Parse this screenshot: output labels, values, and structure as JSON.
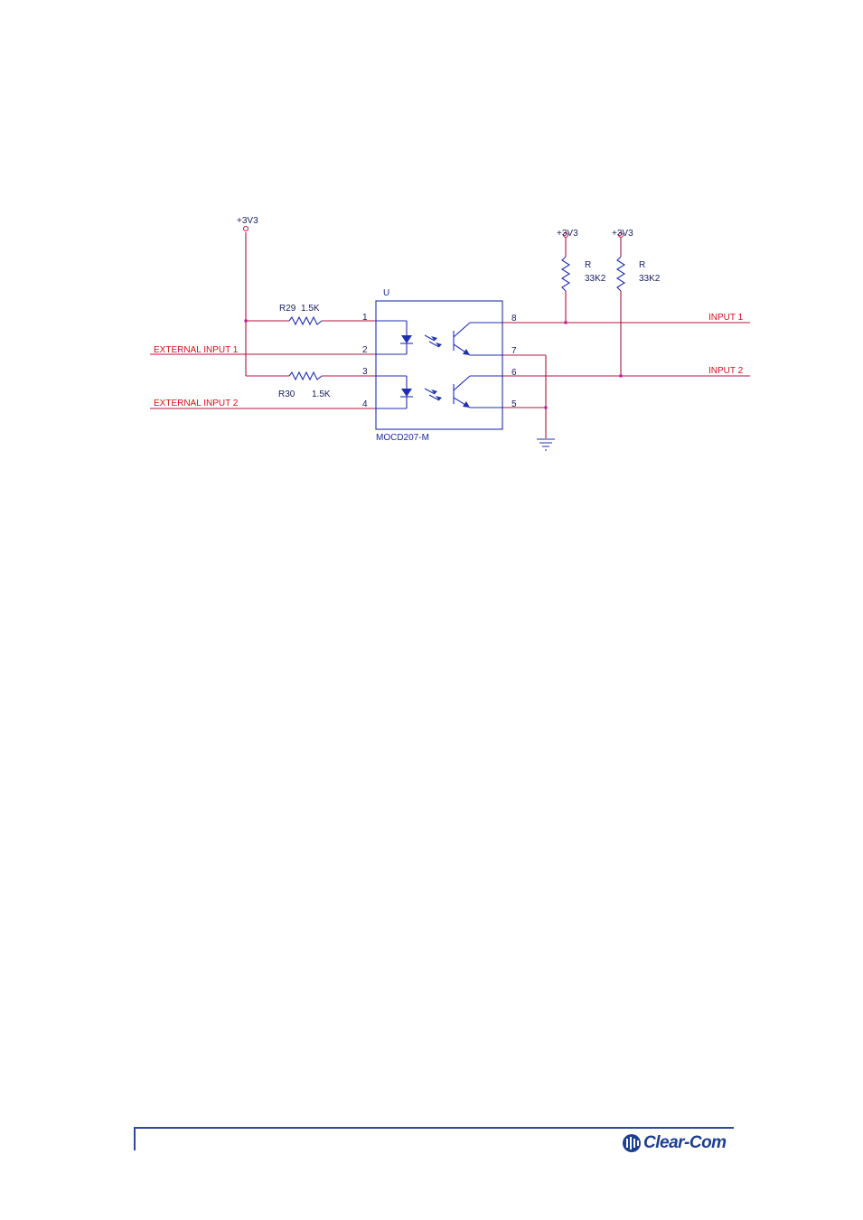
{
  "diagram": {
    "supplies": {
      "left": "+3V3",
      "pullup_1": "+3V3",
      "pullup_2": "+3V3"
    },
    "component": {
      "designator": "U",
      "part_number": "MOCD207-M",
      "pins": [
        "1",
        "2",
        "3",
        "4",
        "5",
        "6",
        "7",
        "8"
      ]
    },
    "resistors": [
      {
        "ref": "R29",
        "value": "1.5K"
      },
      {
        "ref": "R30",
        "value": "1.5K"
      },
      {
        "ref": "R",
        "value": "33K2"
      },
      {
        "ref": "R",
        "value": "33K2"
      }
    ],
    "nets": {
      "external_input_1": "EXTERNAL INPUT 1",
      "external_input_2": "EXTERNAL INPUT 2",
      "input_1": "INPUT 1",
      "input_2": "INPUT 2"
    }
  },
  "footer": {
    "logo_text": "Clear-Com"
  },
  "colors": {
    "wire": "#b0143c",
    "component": "#1f2fb0",
    "net_label": "#d0101c",
    "footer_rule": "#2a4a9c"
  }
}
